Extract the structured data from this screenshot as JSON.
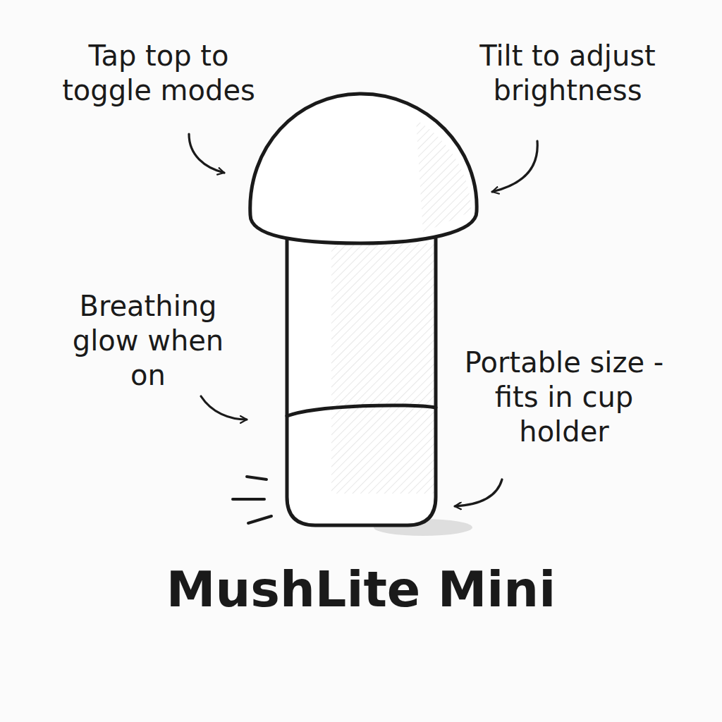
{
  "diagram": {
    "title": "MushLite Mini",
    "labels": [
      "Tap top to toggle modes",
      "Tilt to adjust brightness",
      "Breathing glow when on",
      "Portable size - fits in cup holder"
    ]
  }
}
